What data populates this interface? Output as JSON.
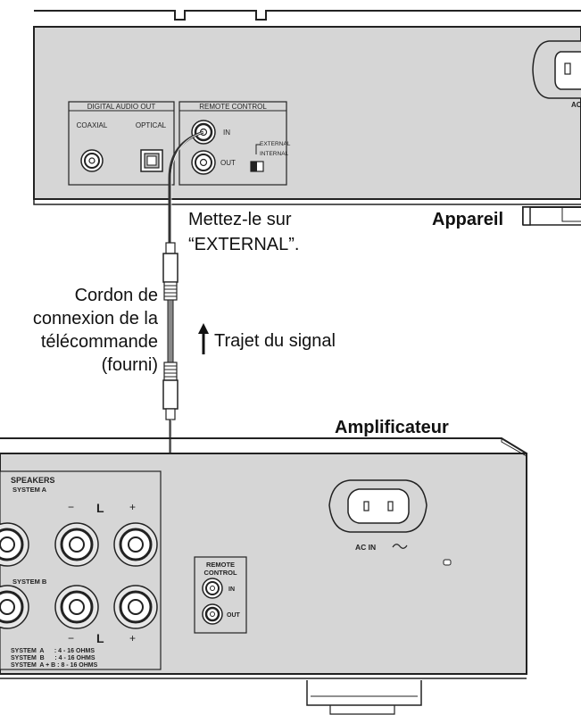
{
  "device": {
    "digital_audio_out": "DIGITAL AUDIO OUT",
    "coaxial": "COAXIAL",
    "optical": "OPTICAL",
    "remote_control": "REMOTE CONTROL",
    "in_label": "IN",
    "out_label": "OUT",
    "external": "EXTERNAL",
    "internal": "INTERNAL",
    "ac_partial": "AC",
    "name": "Appareil"
  },
  "callouts": {
    "switch_line1": "Mettez-le sur",
    "switch_line2": "“EXTERNAL”.",
    "cable_line1": "Cordon de",
    "cable_line2": "connexion de la",
    "cable_line3": "télécommande",
    "cable_line4": "(fourni)",
    "signal_path": "Trajet du signal"
  },
  "amplifier": {
    "name": "Amplificateur",
    "speakers": "SPEAKERS",
    "system_a": "SYSTEM A",
    "system_b": "SYSTEM B",
    "minus": "−",
    "plus": "+",
    "channel": "L",
    "ohms_a": "SYSTEM  A      : 4 - 16 OHMS",
    "ohms_b": "SYSTEM  B      : 4 - 16 OHMS",
    "ohms_ab": "SYSTEM  A + B : 8 - 16 OHMS",
    "remote_control_1": "REMOTE",
    "remote_control_2": "CONTROL",
    "in_label": "IN",
    "out_label": "OUT",
    "ac_in": "AC IN"
  }
}
